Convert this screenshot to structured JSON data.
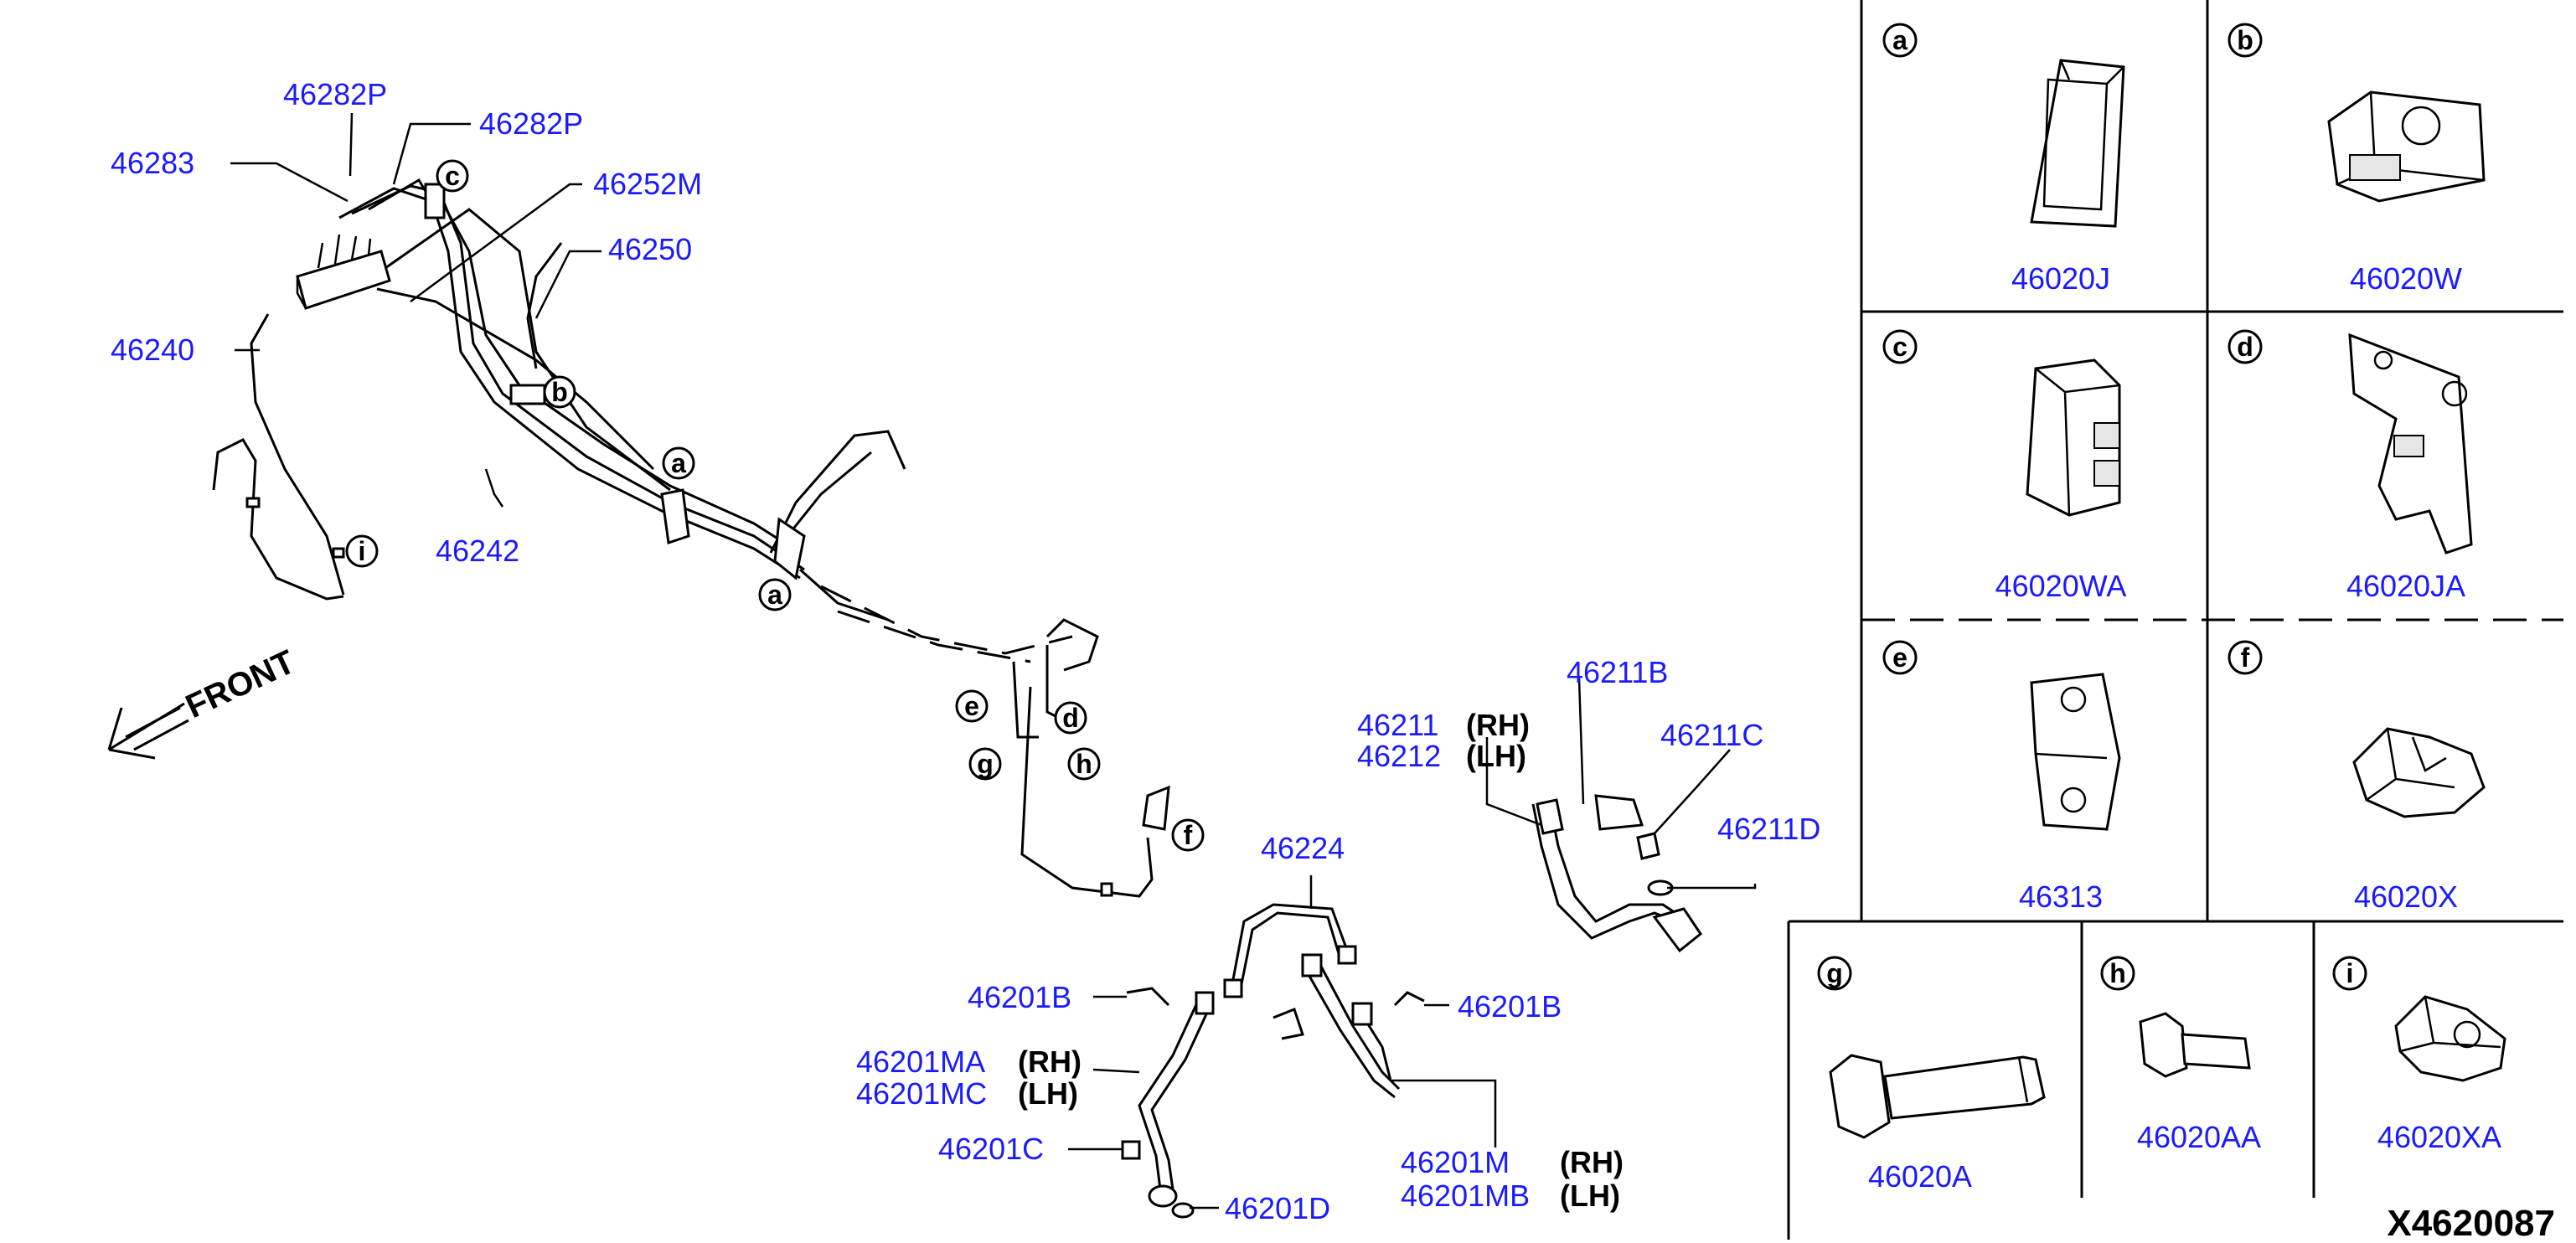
{
  "main_labels": {
    "p46282P_top": "46282P",
    "p46282P_right": "46282P",
    "p46283": "46283",
    "p46252M": "46252M",
    "p46250": "46250",
    "p46240": "46240",
    "p46242": "46242",
    "p46211B": "46211B",
    "p46211": "46211",
    "p46212": "46212",
    "p46211C": "46211C",
    "p46211D": "46211D",
    "p46224": "46224",
    "p46201B_left": "46201B",
    "p46201B_right": "46201B",
    "p46201MA": "46201MA",
    "p46201MC": "46201MC",
    "p46201C": "46201C",
    "p46201D": "46201D",
    "p46201M": "46201M",
    "p46201MB": "46201MB"
  },
  "side_labels": {
    "rh": "(RH)",
    "lh": "(LH)"
  },
  "front_label": "FRONT",
  "callouts": {
    "a": "a",
    "b": "b",
    "c": "c",
    "d": "d",
    "e": "e",
    "f": "f",
    "g": "g",
    "h": "h",
    "i": "i"
  },
  "detail_panels": [
    {
      "letter": "a",
      "part": "46020J"
    },
    {
      "letter": "b",
      "part": "46020W"
    },
    {
      "letter": "c",
      "part": "46020WA"
    },
    {
      "letter": "d",
      "part": "46020JA"
    },
    {
      "letter": "e",
      "part": "46313"
    },
    {
      "letter": "f",
      "part": "46020X"
    },
    {
      "letter": "g",
      "part": "46020A"
    },
    {
      "letter": "h",
      "part": "46020AA"
    },
    {
      "letter": "i",
      "part": "46020XA"
    }
  ],
  "diagram_code": "X4620087",
  "colors": {
    "label_blue": "#1a1aff",
    "line": "#000000",
    "background": "#ffffff"
  }
}
